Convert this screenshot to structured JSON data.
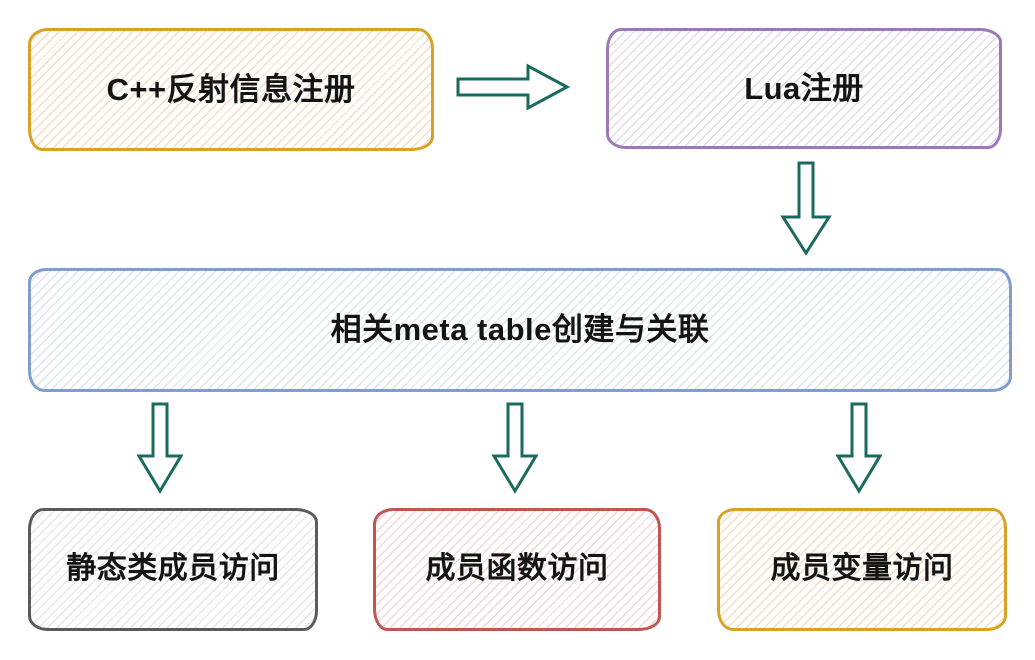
{
  "diagram": {
    "background_color": "#FFFFFF",
    "text_color": "#141414",
    "arrow_color": "#1A6B5E",
    "nodes": [
      {
        "id": "cpp-registration",
        "label": "C++反射信息注册",
        "border_color": "#D9A226",
        "hatch_color": "#F6DCC2"
      },
      {
        "id": "lua-registration",
        "label": "Lua注册",
        "border_color": "#9B79B4",
        "hatch_color": "#E3D9EE"
      },
      {
        "id": "meta-table-creation",
        "label": "相关meta table创建与关联",
        "border_color": "#7F9DCF",
        "hatch_color": "#DBE4F4"
      },
      {
        "id": "static-member-access",
        "label": "静态类成员访问",
        "border_color": "#5B5B5B",
        "hatch_color": "#E6E6E6"
      },
      {
        "id": "member-function-access",
        "label": "成员函数访问",
        "border_color": "#C05551",
        "hatch_color": "#F3D6D3"
      },
      {
        "id": "member-variable-access",
        "label": "成员变量访问",
        "border_color": "#D9A226",
        "hatch_color": "#F6DCC2"
      }
    ],
    "arrows": [
      {
        "id": "cpp-to-lua",
        "direction": "right",
        "color": "#1A6B5E"
      },
      {
        "id": "lua-to-meta",
        "direction": "down",
        "color": "#1A6B5E"
      },
      {
        "id": "meta-to-static",
        "direction": "down",
        "color": "#1A6B5E"
      },
      {
        "id": "meta-to-function",
        "direction": "down",
        "color": "#1A6B5E"
      },
      {
        "id": "meta-to-variable",
        "direction": "down",
        "color": "#1A6B5E"
      }
    ]
  }
}
